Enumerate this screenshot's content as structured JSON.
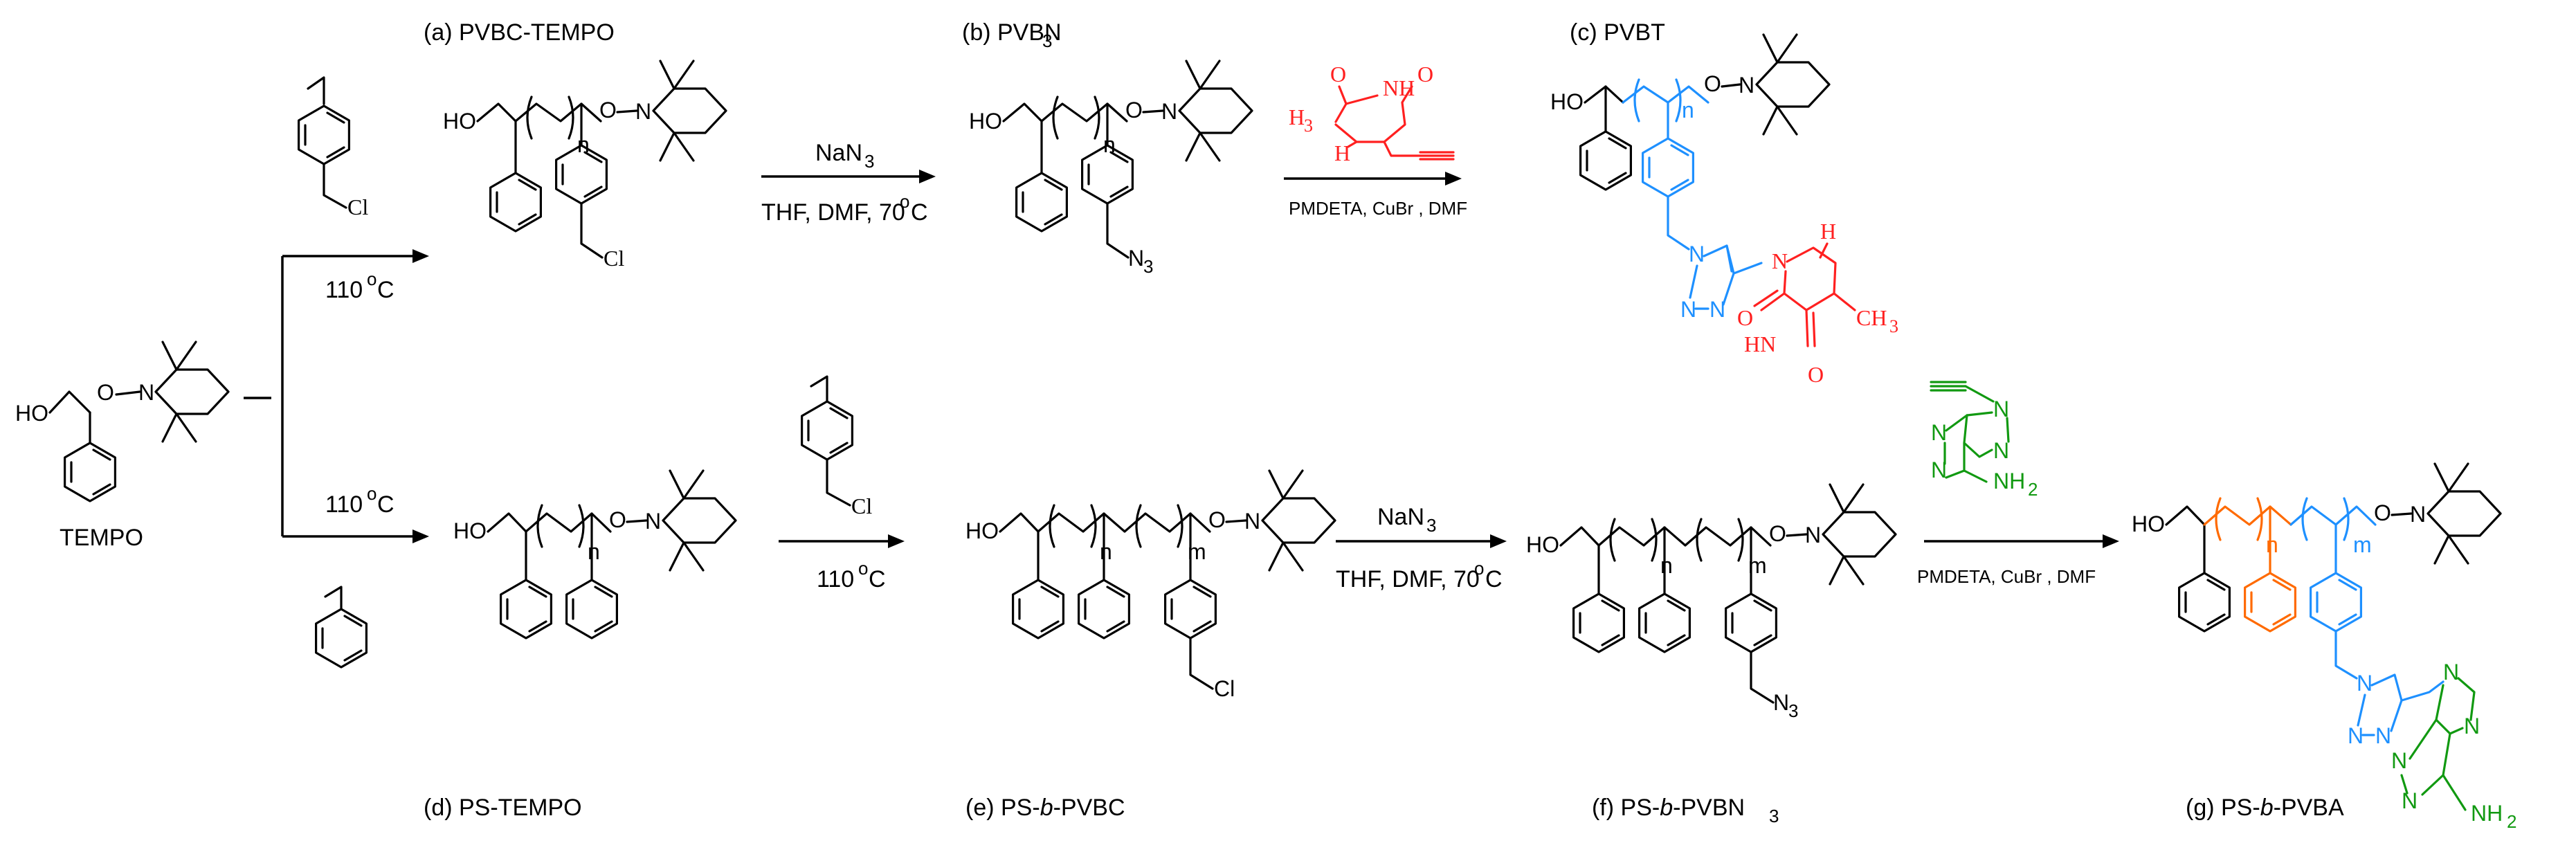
{
  "colors": {
    "thymine": "#ff2020",
    "triazole_linker": "#1e90ff",
    "adenine": "#119911",
    "polystyrene_block": "#ff6a00",
    "bonds": "#000000"
  },
  "labels": {
    "a": "(a) PVBC-TEMPO",
    "b": "(b) PVBN",
    "c": "(c) PVBT",
    "tempo": "TEMPO",
    "d": "(d) PS-TEMPO",
    "e_pre": "(e) PS-",
    "e_post": "-PVBC",
    "f_pre": "(f) PS-",
    "f_post": "-PVBN",
    "g_pre": "(g) PS-",
    "g_post": "-PVBA",
    "block_italic": "b"
  },
  "conditions": {
    "temp_main": "110",
    "deg": "o",
    "C": "C",
    "azide_reagent": "NaN",
    "azide_sub": "3",
    "azide_solvent_pre": "THF, DMF, 70",
    "click_conditions": "PMDETA, CuBr , DMF"
  },
  "atoms": {
    "HO": "HO",
    "O": "O",
    "N": "N",
    "Cl": "Cl",
    "N3": "N",
    "sub3": "3",
    "n": "n",
    "m": "m",
    "NH": "NH",
    "HN": "HN",
    "H": "H",
    "H3C": "H",
    "H3C_sub": "3",
    "CH3": "CH",
    "NH2": "NH",
    "NH2_sub": "2"
  }
}
